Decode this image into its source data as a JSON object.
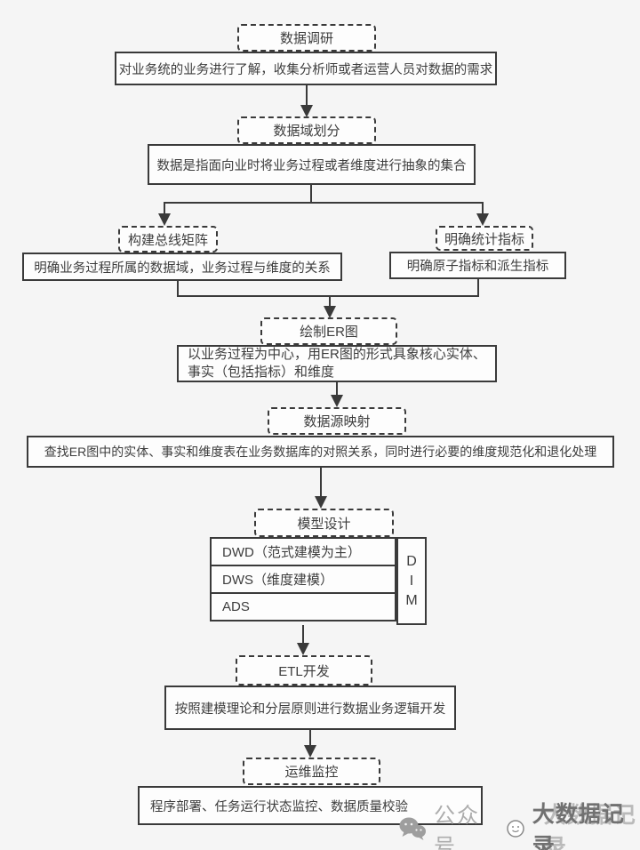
{
  "stages": {
    "research": {
      "label": "数据调研",
      "desc": "对业务统的业务进行了解，收集分析师或者运营人员对数据的需求"
    },
    "domain": {
      "label": "数据域划分",
      "desc": "数据是指面向业时将业务过程或者维度进行抽象的集合"
    },
    "bus_matrix": {
      "label": "构建总线矩阵",
      "desc": "明确业务过程所属的数据域，业务过程与维度的关系"
    },
    "metrics": {
      "label": "明确统计指标",
      "desc": "明确原子指标和派生指标"
    },
    "er": {
      "label": "绘制ER图",
      "desc": "以业务过程为中心，用ER图的形式具象核心实体、事实（包括指标）和维度"
    },
    "mapping": {
      "label": "数据源映射",
      "desc": "查找ER图中的实体、事实和维度表在业务数据库的对照关系，同时进行必要的维度规范化和退化处理"
    },
    "model": {
      "label": "模型设计",
      "layers": [
        "DWD（范式建模为主）",
        "DWS（维度建模）",
        "ADS"
      ],
      "dim": "DIM"
    },
    "etl": {
      "label": "ETL开发",
      "desc": "按照建模理论和分层原则进行数据业务逻辑开发"
    },
    "ops": {
      "label": "运维监控",
      "desc": "程序部署、任务运行状态监控、数据质量校验"
    }
  },
  "watermark": {
    "wechat_label": "公众号",
    "account": "大数据记录"
  },
  "colors": {
    "line": "#3a3a3a",
    "box_fill": "#fdfdfd",
    "background": "#f5f5f5",
    "watermark_grey": "#adadad"
  }
}
